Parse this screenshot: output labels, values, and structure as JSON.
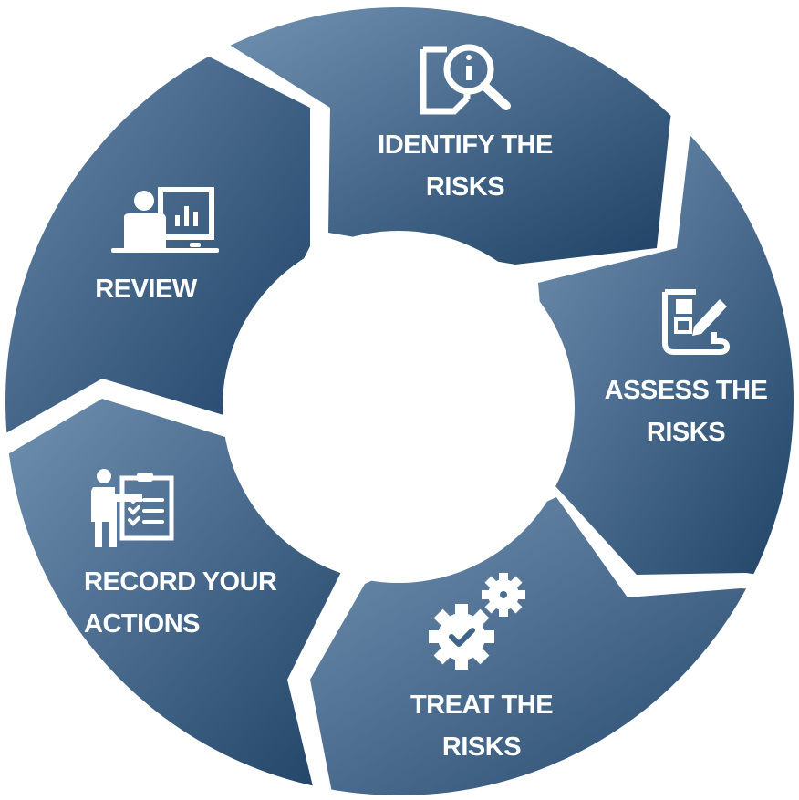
{
  "diagram": {
    "type": "cycle",
    "colors": {
      "segment_light": "#6e8fb0",
      "segment_dark": "#1e4266",
      "background": "#ffffff",
      "text": "#ffffff"
    },
    "steps": [
      {
        "id": "identify",
        "line1": "IDENTIFY THE",
        "line2": "RISKS",
        "icon": "document-magnifier-info-icon"
      },
      {
        "id": "assess",
        "line1": "ASSESS THE",
        "line2": "RISKS",
        "icon": "document-edit-pencil-icon"
      },
      {
        "id": "treat",
        "line1": "TREAT THE",
        "line2": "RISKS",
        "icon": "gears-checkmark-icon"
      },
      {
        "id": "record",
        "line1": "RECORD YOUR",
        "line2": "ACTIONS",
        "icon": "presenter-checklist-icon"
      },
      {
        "id": "review",
        "line1": "REVIEW",
        "line2": "",
        "icon": "person-monitor-chart-icon"
      }
    ]
  }
}
